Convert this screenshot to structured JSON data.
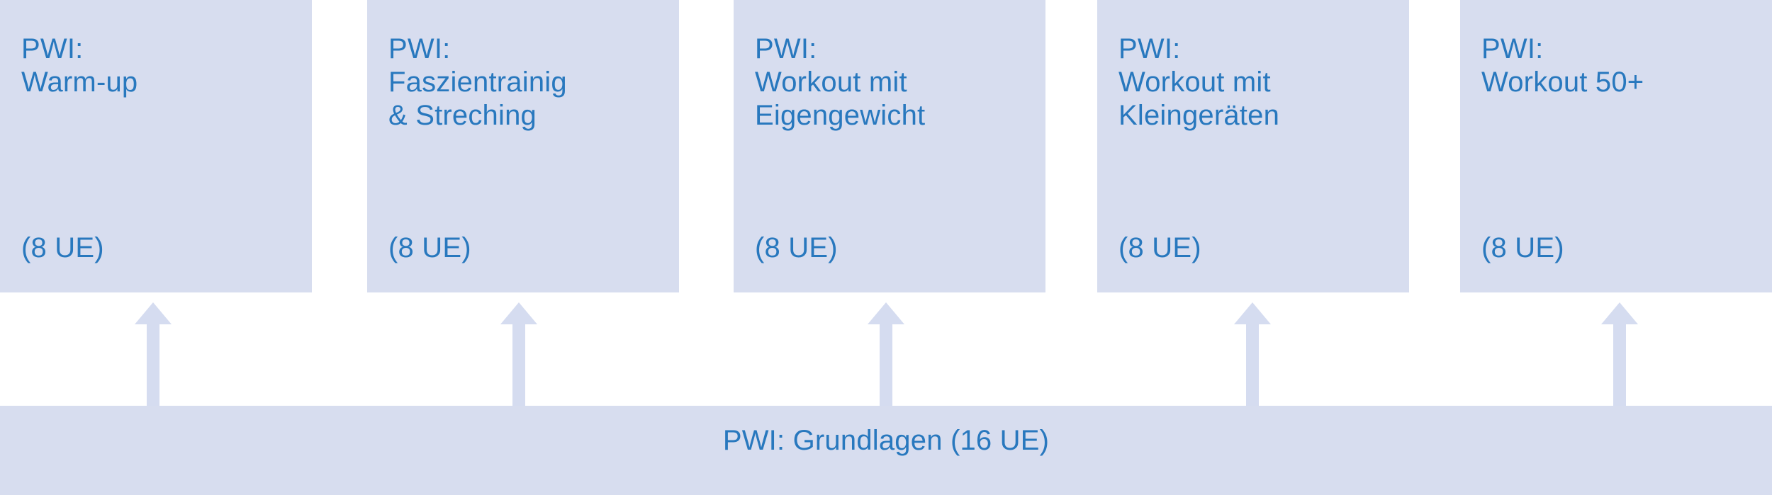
{
  "diagram": {
    "colors": {
      "box_background": "#d7ddef",
      "text_blue": "#2878be",
      "arrow_fill": "#d5dcf0",
      "page_background": "#ffffff"
    },
    "boxes": [
      {
        "title": "PWI:\nWarm-up",
        "units": "(8 UE)",
        "name": "warm-up"
      },
      {
        "title": "PWI:\nFaszientrainig\n& Streching",
        "units": "(8 UE)",
        "name": "faszientrainig-streching"
      },
      {
        "title": "PWI:\nWorkout mit\nEigengewicht",
        "units": "(8 UE)",
        "name": "workout-eigengewicht"
      },
      {
        "title": "PWI:\nWorkout mit\nKleingeräten",
        "units": "(8 UE)",
        "name": "workout-kleingeraeten"
      },
      {
        "title": "PWI:\nWorkout 50+",
        "units": "(8 UE)",
        "name": "workout-50plus"
      }
    ],
    "base": {
      "label": "PWI: Grundlagen (16 UE)"
    },
    "arrows": [
      {
        "name": "arrow-to-warm-up"
      },
      {
        "name": "arrow-to-faszientrainig-streching"
      },
      {
        "name": "arrow-to-workout-eigengewicht"
      },
      {
        "name": "arrow-to-workout-kleingeraeten"
      },
      {
        "name": "arrow-to-workout-50plus"
      }
    ]
  }
}
